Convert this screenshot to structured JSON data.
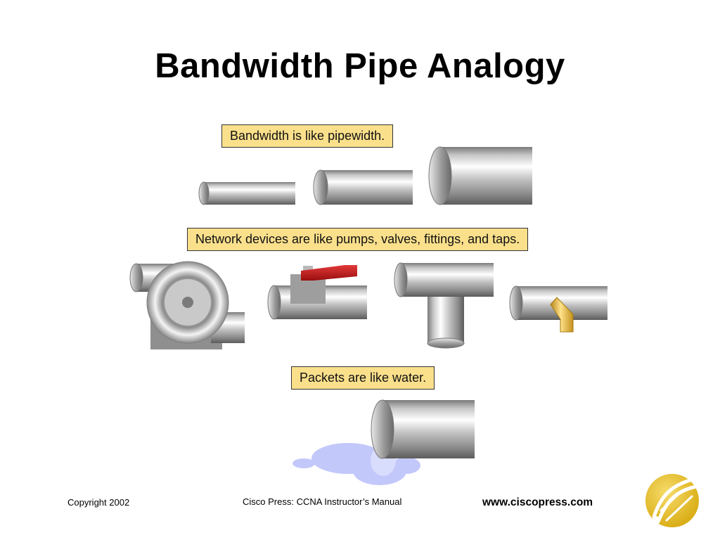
{
  "slide": {
    "title": "Bandwidth Pipe Analogy",
    "captions": {
      "bandwidth": "Bandwidth is like pipewidth.",
      "devices": "Network devices are like pumps, valves, fittings, and taps.",
      "packets": "Packets are like water."
    },
    "footer": {
      "copyright": "Copyright 2002",
      "publication": "Cisco Press: CCNA Instructor’s Manual",
      "website": "www.ciscopress.com"
    },
    "illustrations": {
      "pipes": [
        "narrow-pipe",
        "medium-pipe",
        "wide-pipe"
      ],
      "devices": [
        "pump-icon",
        "valve-icon",
        "tee-fitting-icon",
        "tap-icon"
      ],
      "water": "water-puddle"
    },
    "colors": {
      "caption_fill": "#fbe08c",
      "pipe_metal": "#a8a8a8",
      "valve_handle": "#cc1a1a",
      "tap_brass": "#e8b83a",
      "water": "#c3c8fb",
      "logo_gold": "#e8c22a"
    }
  }
}
